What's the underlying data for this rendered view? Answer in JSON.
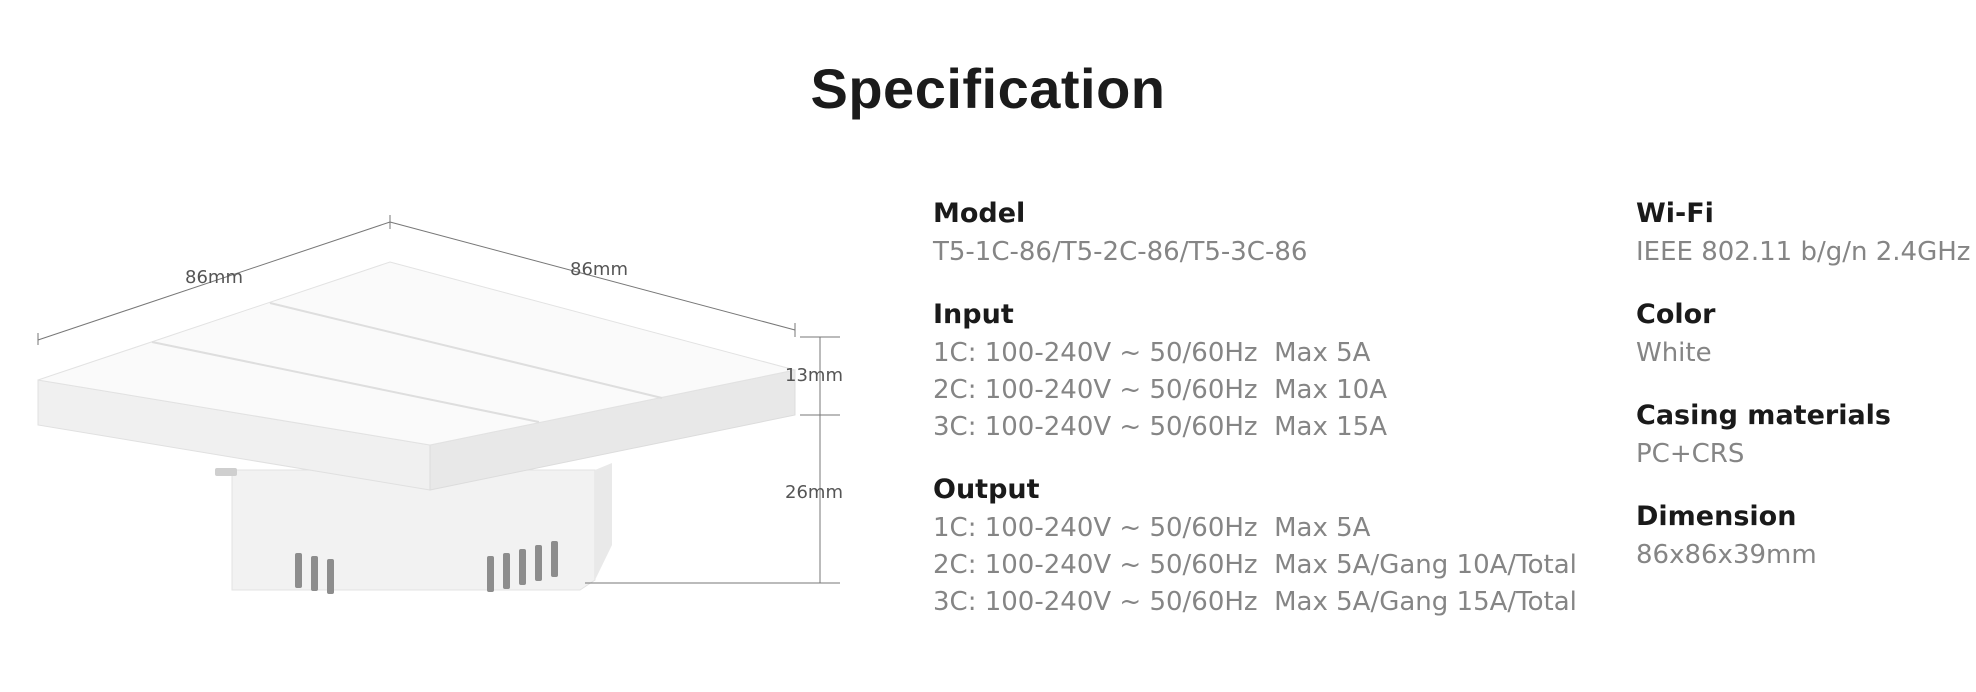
{
  "page": {
    "title": "Specification"
  },
  "dimensions": {
    "width_label": "86mm",
    "depth_label": "86mm",
    "panel_thickness_label": "13mm",
    "box_depth_label": "26mm"
  },
  "specs_left": [
    {
      "label": "Model",
      "values": [
        "T5-1C-86/T5-2C-86/T5-3C-86"
      ]
    },
    {
      "label": "Input",
      "values": [
        "1C: 100-240V ~ 50/60Hz  Max 5A",
        "2C: 100-240V ~ 50/60Hz  Max 10A",
        "3C: 100-240V ~ 50/60Hz  Max 15A"
      ]
    },
    {
      "label": "Output",
      "values": [
        "1C: 100-240V ~ 50/60Hz  Max 5A",
        "2C: 100-240V ~ 50/60Hz  Max 5A/Gang 10A/Total",
        "3C: 100-240V ~ 50/60Hz  Max 5A/Gang 15A/Total"
      ]
    }
  ],
  "specs_right": [
    {
      "label": "Wi-Fi",
      "values": [
        "IEEE 802.11 b/g/n 2.4GHz"
      ]
    },
    {
      "label": "Color",
      "values": [
        "White"
      ]
    },
    {
      "label": "Casing materials",
      "values": [
        "PC+CRS"
      ]
    },
    {
      "label": "Dimension",
      "values": [
        "86x86x39mm"
      ]
    }
  ]
}
